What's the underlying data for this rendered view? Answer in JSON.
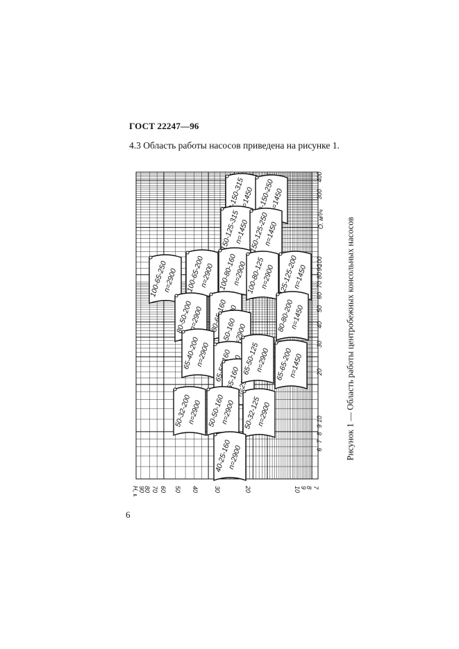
{
  "document": {
    "header": "ГОСТ 22247—96",
    "paragraph": "4.3 Область работы насосов приведена на рисунке 1.",
    "page_number": "6",
    "caption": "Рисунок 1 — Область работы центробежных консольных насосов"
  },
  "figure": {
    "h_axis": {
      "unit": "H, м",
      "ticks": [
        "7",
        "8",
        "9",
        "10",
        "20",
        "30",
        "40",
        "50",
        "60",
        "70",
        "80",
        "90"
      ]
    },
    "q_axis": {
      "unit": "Q, м³/ч",
      "ticks": [
        "6",
        "7",
        "8",
        "9",
        "10",
        "20",
        "30",
        "40",
        "50",
        "60",
        "70",
        "80",
        "90",
        "100",
        "300",
        "400"
      ]
    },
    "pumps": [
      {
        "model": "200-150-315",
        "speed": "n=1450"
      },
      {
        "model": "200-150-250",
        "speed": "n=1450"
      },
      {
        "model": "150-125-315",
        "speed": "n=1450"
      },
      {
        "model": "150-125-250",
        "speed": "n=1450"
      },
      {
        "model": "100-65-250",
        "speed": "n=2900"
      },
      {
        "model": "100-65-200",
        "speed": "n=2900"
      },
      {
        "model": "100-80-160",
        "speed": "n=2900"
      },
      {
        "model": "100-80-125",
        "speed": "n=2900"
      },
      {
        "model": "125-125-200",
        "speed": "n=1450"
      },
      {
        "model": "80-50-200",
        "speed": "n=2900"
      },
      {
        "model": "80-65-160",
        "speed": "n=2900"
      },
      {
        "model": "80-50-160",
        "speed": "n=2900"
      },
      {
        "model": "80-80-200",
        "speed": "n=1450"
      },
      {
        "model": "65-40-200",
        "speed": "n=2900"
      },
      {
        "model": "65-50-160",
        "speed": "n=2900"
      },
      {
        "model": "65-65-160",
        "speed": "n=2900"
      },
      {
        "model": "65-50-125",
        "speed": "n=2900"
      },
      {
        "model": "65-65-200",
        "speed": "n=1450"
      },
      {
        "model": "50-32-200",
        "speed": "n=2900"
      },
      {
        "model": "50-50-160",
        "speed": "n=2900"
      },
      {
        "model": "50-32-125",
        "speed": "n=2900"
      },
      {
        "model": "40-25-160",
        "speed": "n=2900"
      }
    ]
  }
}
